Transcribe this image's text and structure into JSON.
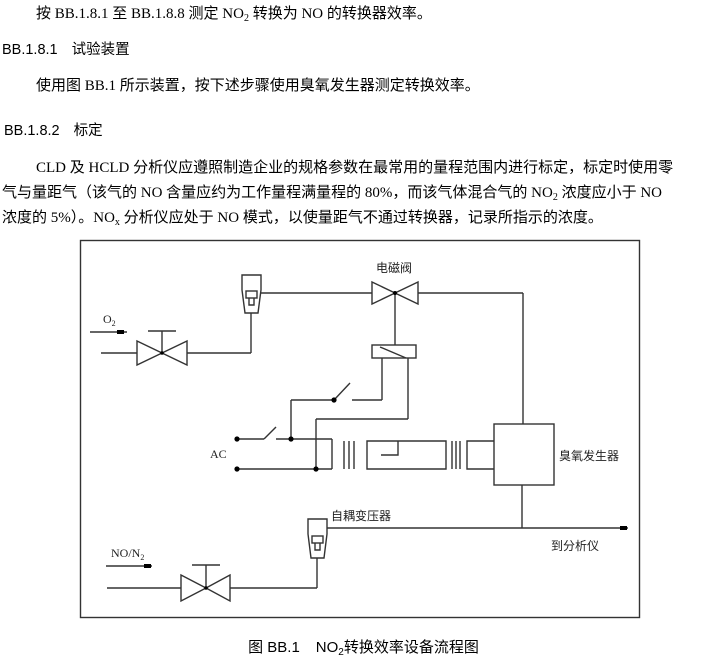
{
  "intro": {
    "before_sub": "按 BB.1.8.1 至 BB.1.8.8 测定 NO",
    "sub": "2",
    "after_sub": " 转换为 NO 的转换器效率。"
  },
  "section1": {
    "number": "BB.1.8.1",
    "title": "试验装置",
    "body": "使用图 BB.1 所示装置，按下述步骤使用臭氧发生器测定转换效率。"
  },
  "section2": {
    "number": "BB.1.8.2",
    "title": "标定",
    "line1": "CLD 及 HCLD 分析仪应遵照制造企业的规格参数在最常用的量程范围内进行标定，标定时使用零",
    "line2_a": "气与量距气（该气的 NO 含量应约为工作量程满量程的 80%，而该气体混合气的 NO",
    "line2_sub": "2",
    "line2_b": " 浓度应小于 NO",
    "line3_a": "浓度的 5%）。NO",
    "line3_sub": "x",
    "line3_b": " 分析仪应处于 NO 模式，以使量距气不通过转换器，记录所指示的浓度。"
  },
  "diagram": {
    "labels": {
      "o2": "O",
      "o2_sub": "2",
      "solenoid_valve": "电磁阀",
      "ac": "AC",
      "ozone_generator": "臭氧发生器",
      "autotransformer": "自耦变压器",
      "no_n2_a": "NO/N",
      "no_n2_sub": "2",
      "to_analyzer": "到分析仪"
    }
  },
  "caption": {
    "figure_no": "图 BB.1",
    "title_a": "NO",
    "title_sub": "2",
    "title_b": "转换效率设备流程图"
  }
}
